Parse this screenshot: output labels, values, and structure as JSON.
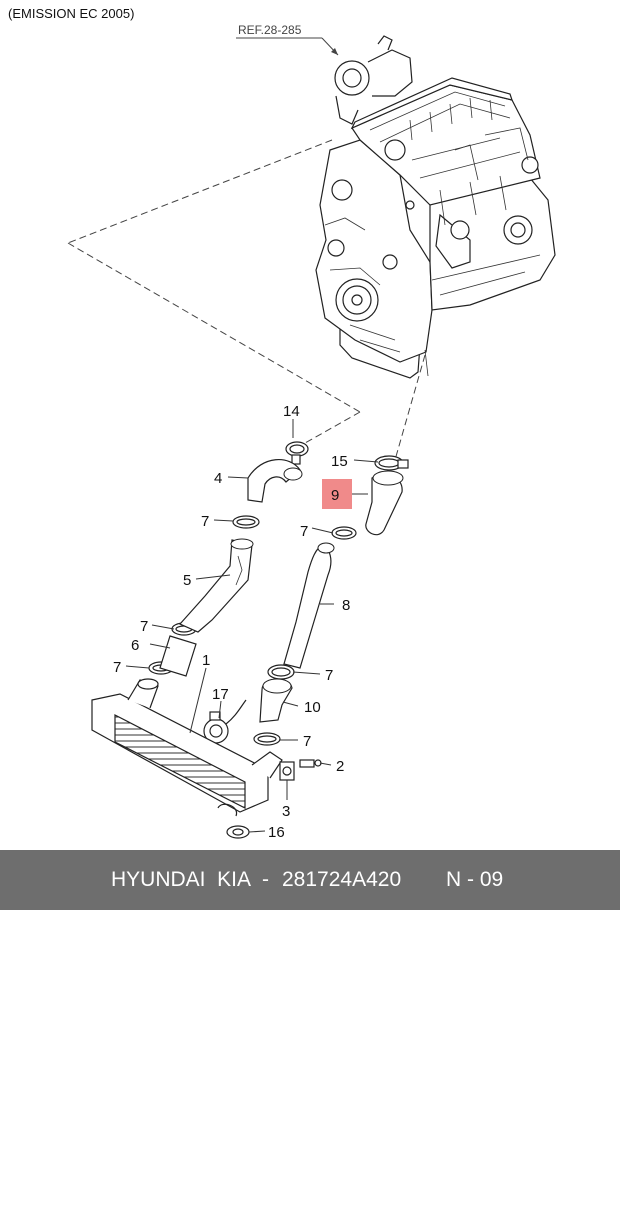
{
  "header": {
    "note": "(EMISSION EC 2005)",
    "reference": "REF.28-285"
  },
  "callouts": {
    "p1": "1",
    "p2": "2",
    "p3": "3",
    "p4": "4",
    "p5": "5",
    "p6": "6",
    "p7a": "7",
    "p7b": "7",
    "p7c": "7",
    "p7d": "7",
    "p7e": "7",
    "p7f": "7",
    "p8": "8",
    "p9": "9",
    "p10": "10",
    "p14": "14",
    "p15": "15",
    "p16": "16",
    "p17": "17"
  },
  "highlight": {
    "part": "9",
    "color": "#f08a8a"
  },
  "footer": {
    "brand": "HYUNDAI  KIA",
    "part_number": "281724A420",
    "page_code": "N - 09",
    "separator": "-"
  },
  "colors": {
    "line": "#222222",
    "leader": "#444444",
    "footer_bg": "#6e6e6e"
  }
}
